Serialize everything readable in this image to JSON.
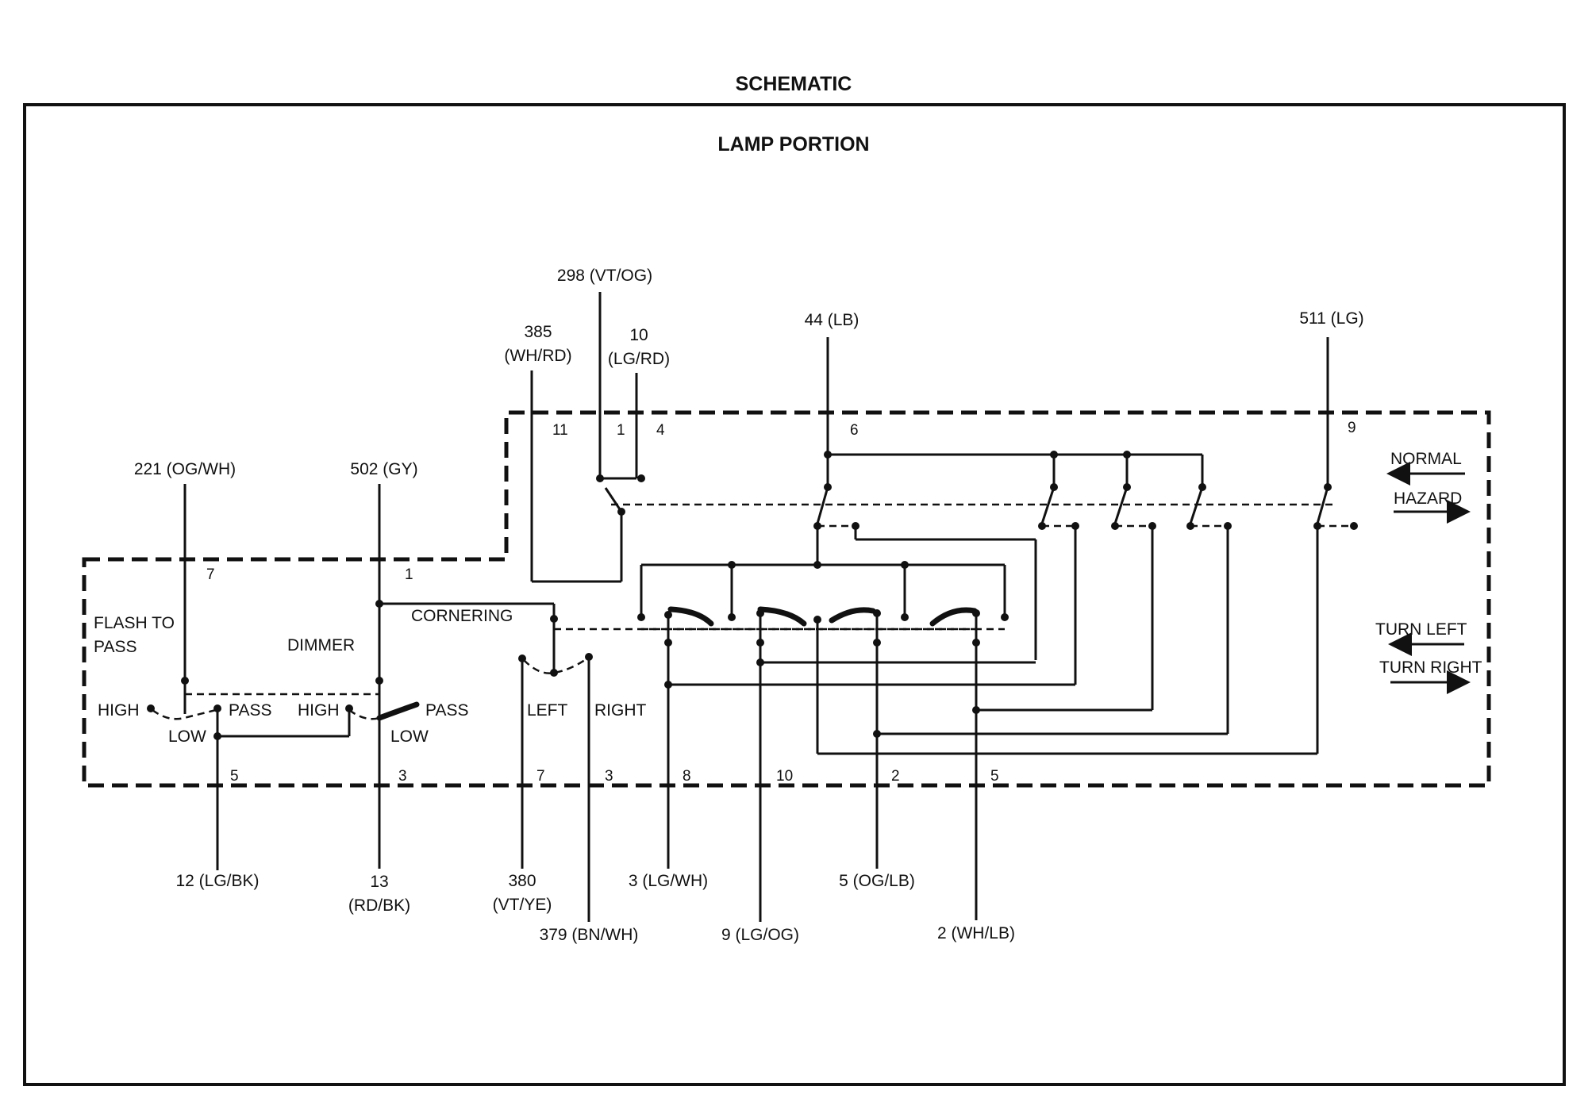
{
  "title": "SCHEMATIC",
  "subtitle": "LAMP PORTION",
  "wires_top": {
    "w221": "221 (OG/WH)",
    "w502": "502 (GY)",
    "w385_num": "385",
    "w385_color": "(WH/RD)",
    "w298": "298 (VT/OG)",
    "w10_num": "10",
    "w10_color": "(LG/RD)",
    "w44": "44 (LB)",
    "w511": "511 (LG)"
  },
  "wires_bottom": {
    "w12": "12 (LG/BK)",
    "w13_num": "13",
    "w13_color": "(RD/BK)",
    "w380_num": "380",
    "w380_color": "(VT/YE)",
    "w379": "379 (BN/WH)",
    "w3": "3 (LG/WH)",
    "w9": "9 (LG/OG)",
    "w5": "5 (OG/LB)",
    "w2": "2 (WH/LB)"
  },
  "pins_top": {
    "p7": "7",
    "p1a": "1",
    "p11": "11",
    "p1b": "1",
    "p4": "4",
    "p6": "6",
    "p9": "9"
  },
  "pins_bottom": {
    "p5a": "5",
    "p3a": "3",
    "p7": "7",
    "p3b": "3",
    "p8": "8",
    "p10": "10",
    "p2": "2",
    "p5b": "5"
  },
  "labels": {
    "flash_to": "FLASH TO",
    "pass_line2": "PASS",
    "dimmer": "DIMMER",
    "cornering": "CORNERING",
    "high1": "HIGH",
    "pass1": "PASS",
    "high2": "HIGH",
    "pass2": "PASS",
    "low1": "LOW",
    "low2": "LOW",
    "left": "LEFT",
    "right": "RIGHT",
    "normal": "NORMAL",
    "hazard": "HAZARD",
    "turn_left": "TURN LEFT",
    "turn_right": "TURN RIGHT"
  }
}
